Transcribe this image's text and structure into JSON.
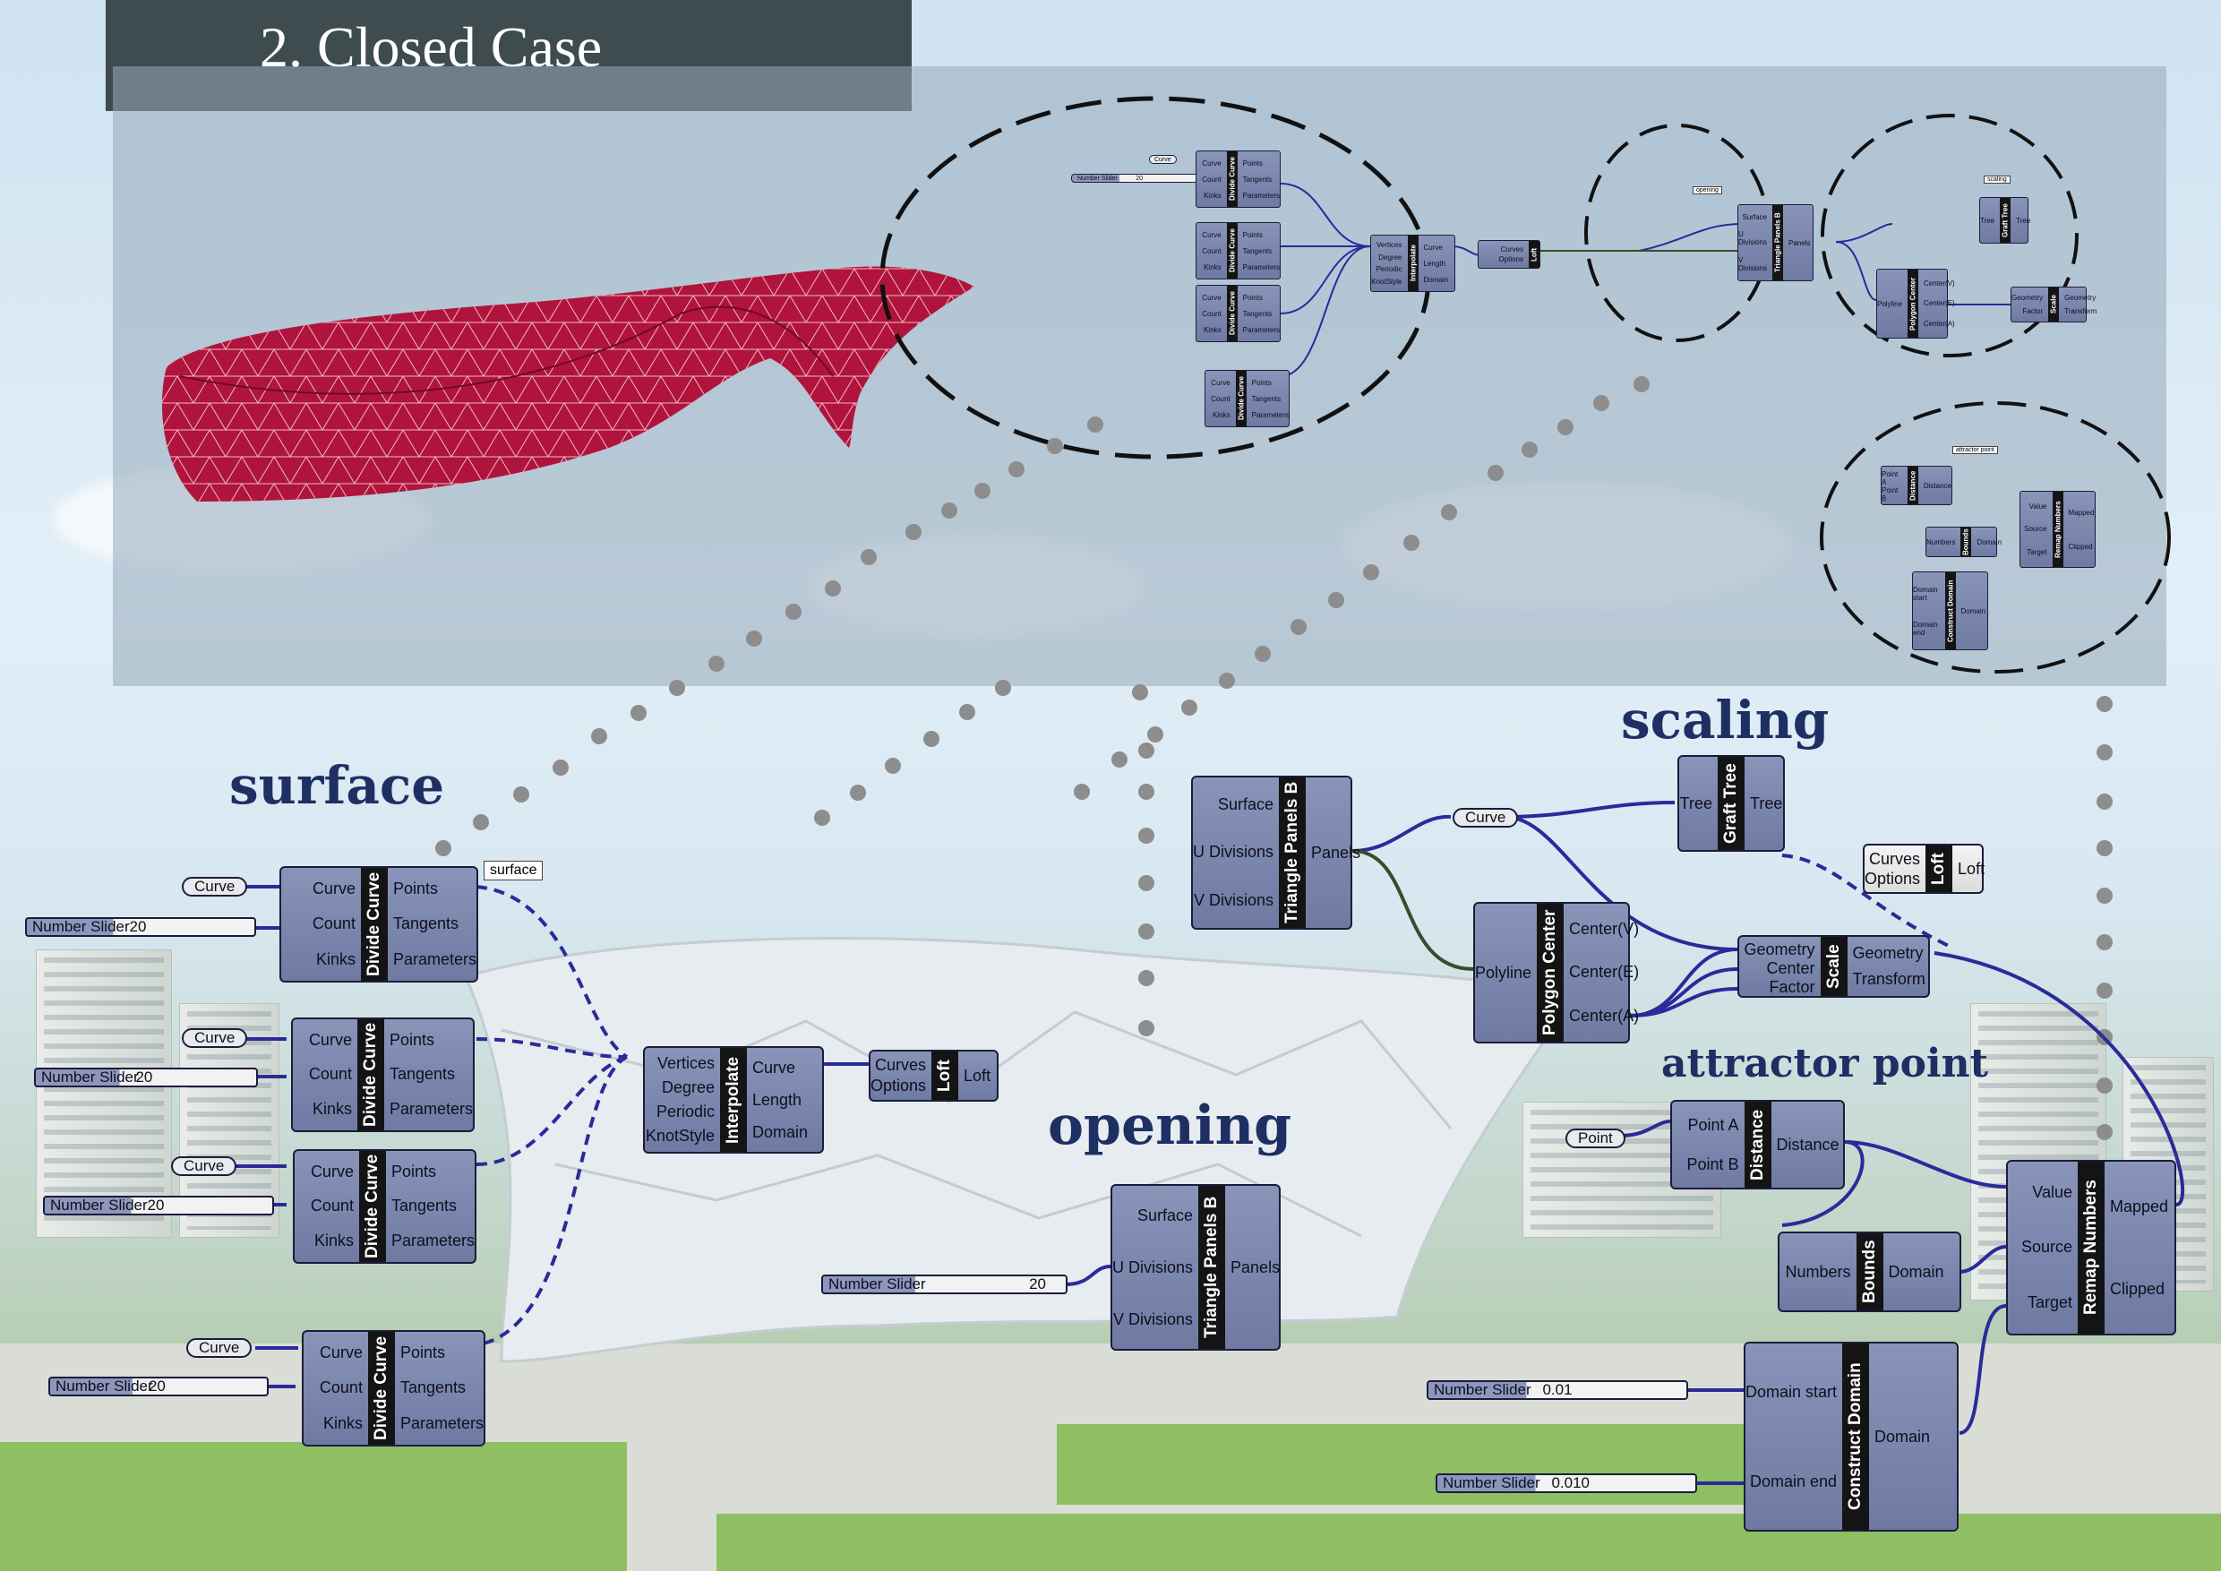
{
  "title": "2. Closed Case",
  "sections": {
    "surface": "surface",
    "scaling": "scaling",
    "opening": "opening",
    "attractor": "attractor point"
  },
  "tags": {
    "surface": "surface",
    "opening": "opening",
    "scaling": "scaling",
    "attractor": "attractor point"
  },
  "params": {
    "curve": "Curve",
    "point": "Point"
  },
  "sliders": {
    "label": "Number Slider",
    "div1": "20",
    "div2": "20",
    "div3": "20",
    "div4": "20",
    "opening_u": "20",
    "domain_start": "0.01",
    "domain_end": "0.010"
  },
  "components": {
    "divide_curve": {
      "name": "Divide Curve",
      "inputs": [
        "Curve",
        "Count",
        "Kinks"
      ],
      "outputs": [
        "Points",
        "Tangents",
        "Parameters"
      ]
    },
    "interpolate": {
      "name": "Interpolate",
      "inputs": [
        "Vertices",
        "Degree",
        "Periodic",
        "KnotStyle"
      ],
      "outputs": [
        "Curve",
        "Length",
        "Domain"
      ]
    },
    "loft": {
      "name": "Loft",
      "inputs": [
        "Curves",
        "Options"
      ],
      "outputs": [
        "Loft"
      ]
    },
    "triangle_panels": {
      "name": "Triangle Panels B",
      "inputs": [
        "Surface",
        "U Divisions",
        "V Divisions"
      ],
      "outputs": [
        "Panels"
      ]
    },
    "graft_tree": {
      "name": "Graft Tree",
      "inputs": [
        "Tree"
      ],
      "outputs": [
        "Tree"
      ]
    },
    "polygon_center": {
      "name": "Polygon Center",
      "inputs": [
        "Polyline"
      ],
      "outputs": [
        "Center(V)",
        "Center(E)",
        "Center(A)"
      ]
    },
    "scale": {
      "name": "Scale",
      "inputs": [
        "Geometry",
        "Center",
        "Factor"
      ],
      "outputs": [
        "Geometry",
        "Transform"
      ]
    },
    "distance": {
      "name": "Distance",
      "inputs": [
        "Point A",
        "Point B"
      ],
      "outputs": [
        "Distance"
      ]
    },
    "bounds": {
      "name": "Bounds",
      "inputs": [
        "Numbers"
      ],
      "outputs": [
        "Domain"
      ]
    },
    "remap": {
      "name": "Remap Numbers",
      "inputs": [
        "Value",
        "Source",
        "Target"
      ],
      "outputs": [
        "Mapped",
        "Clipped"
      ]
    },
    "construct_domain": {
      "name": "Construct Domain",
      "inputs": [
        "Domain start",
        "Domain end"
      ],
      "outputs": [
        "Domain"
      ]
    }
  },
  "colors": {
    "banner": "#3e4c4f",
    "section_text": "#1d2f63",
    "wire": "#2a2a9a",
    "wire_dark": "#3b4b2a",
    "mesh": "#b0143c",
    "dots": "#8a8a8a"
  }
}
